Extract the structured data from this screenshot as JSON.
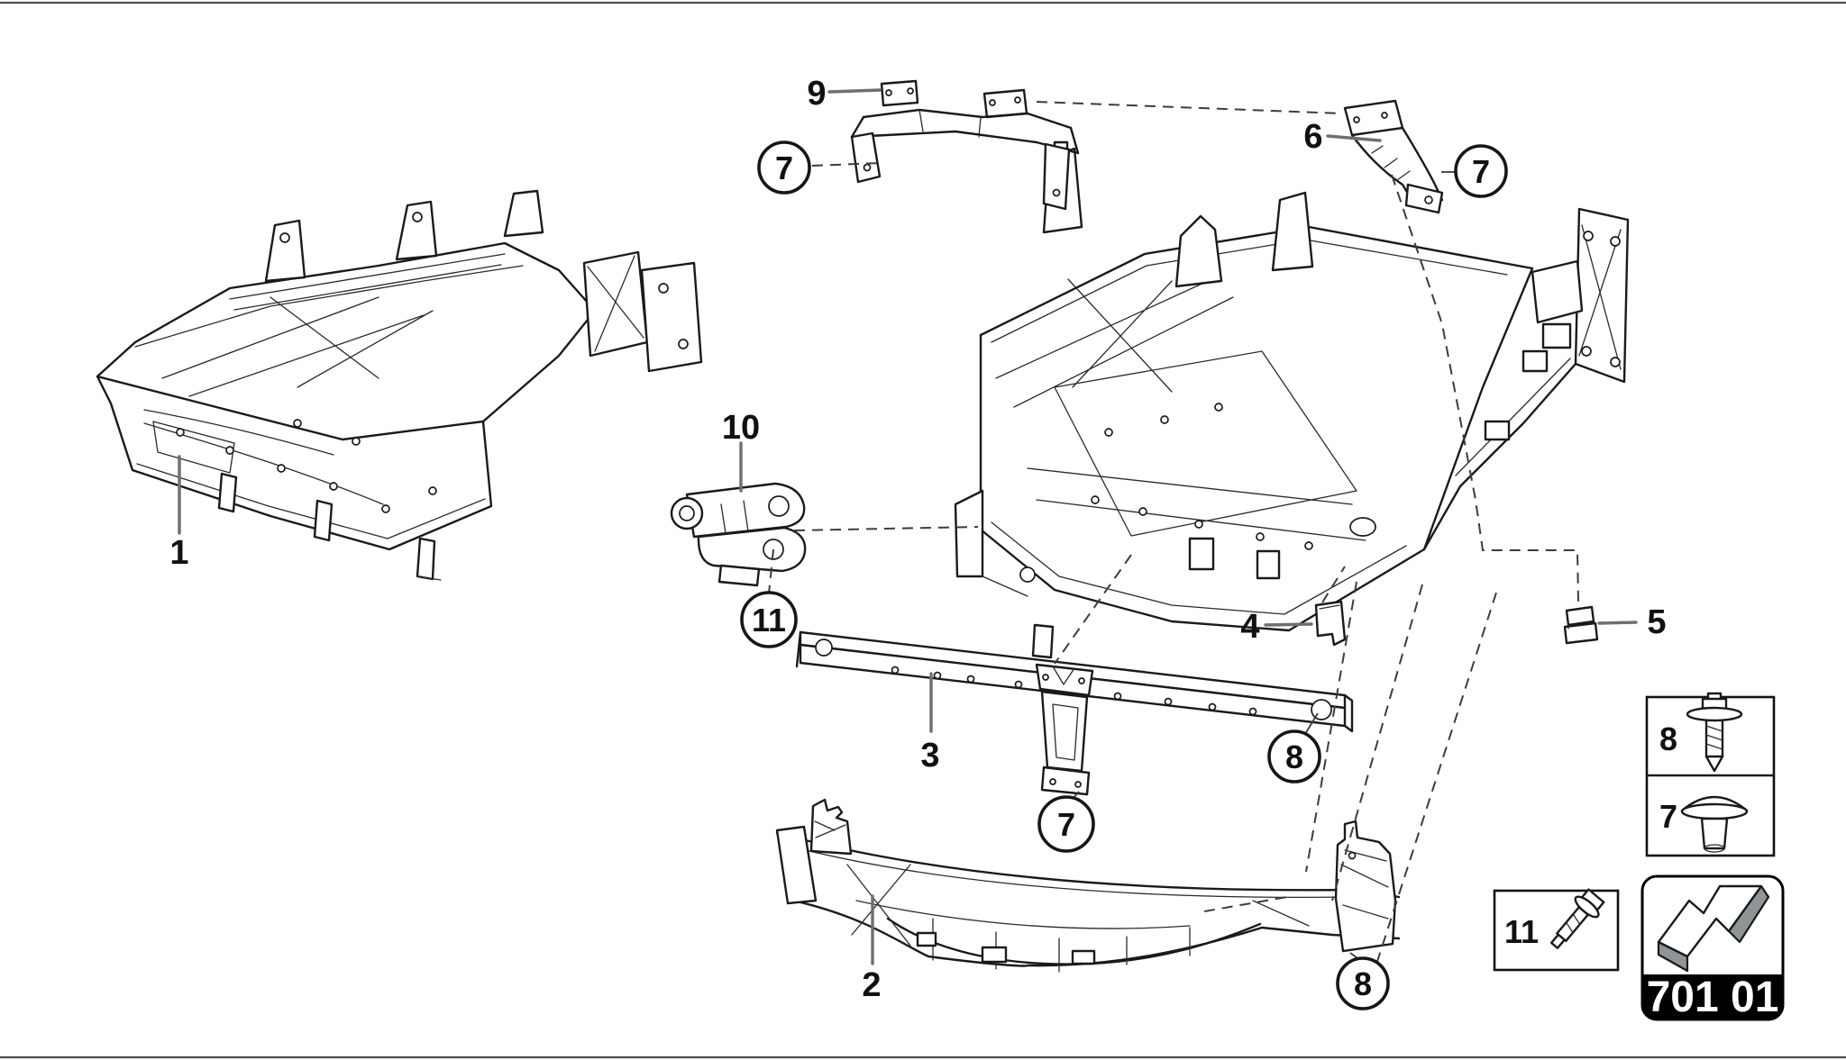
{
  "diagram": {
    "callouts": {
      "n1": "1",
      "n2": "2",
      "n3": "3",
      "n4": "4",
      "n5": "5",
      "n6": "6",
      "n7": "7",
      "n8": "8",
      "n9": "9",
      "n10": "10",
      "n11": "11"
    },
    "legend": {
      "fastener_box": {
        "rows": [
          {
            "label": "8",
            "icon": "hex-flange-self-tapping-screw-icon"
          },
          {
            "label": "7",
            "icon": "round-head-screw-icon"
          }
        ]
      },
      "bolt_box": {
        "label": "11",
        "icon": "hex-flange-bolt-icon"
      },
      "table_card": {
        "icon": "direction-arrow-icon",
        "code": "701 01"
      }
    },
    "colors": {
      "line": "#1a1a1a",
      "leader": "#6f6f6f",
      "dashed": "#3c3c3c",
      "card_bar_bg": "#000000",
      "card_bar_text": "#ffffff",
      "arrow_gray": "#8f9496",
      "paper": "#ffffff"
    }
  }
}
